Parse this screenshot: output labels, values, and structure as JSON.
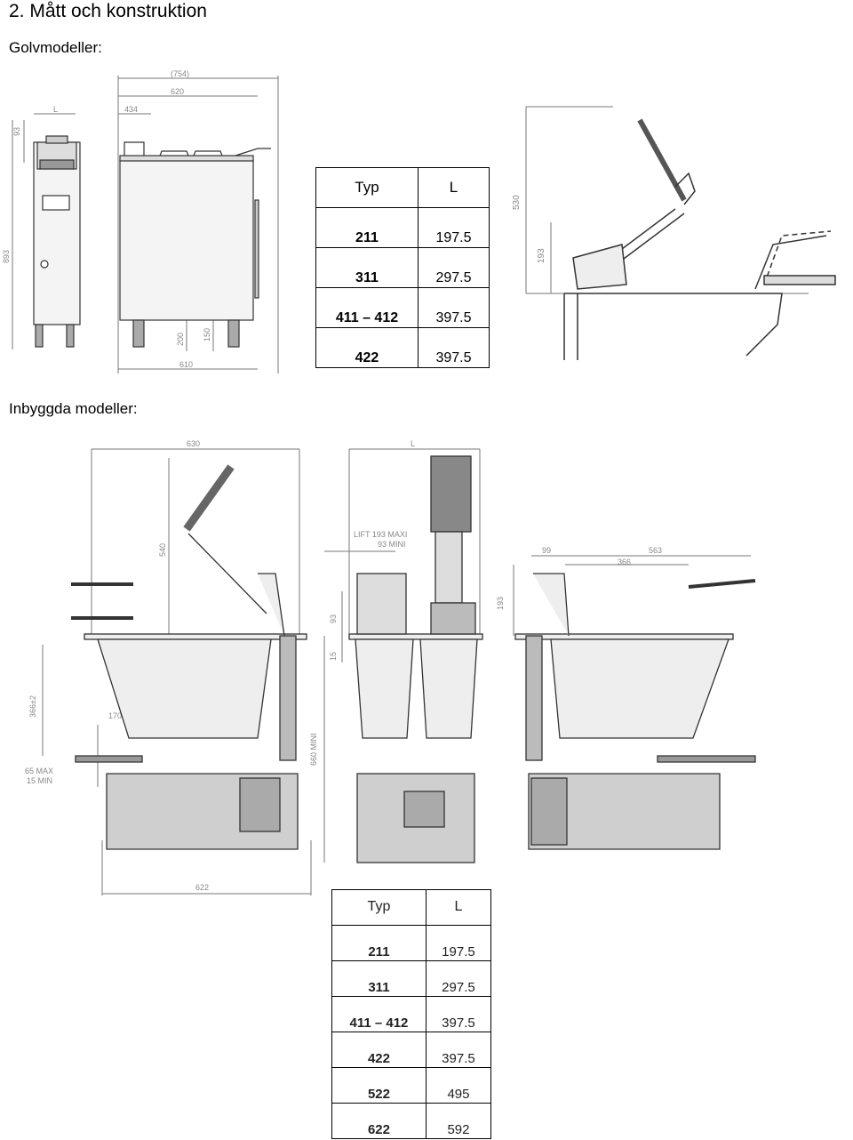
{
  "headings": {
    "section_title": "2. Mått och konstruktion",
    "floor_models": "Golvmodeller:",
    "built_in_models": "Inbyggda modeller:"
  },
  "floor_drawing": {
    "dims": [
      "(754)",
      "620",
      "434",
      "L",
      "93",
      "893",
      "150",
      "200",
      "610",
      "530",
      "193"
    ]
  },
  "floor_table": {
    "headers": [
      "Typ",
      "L"
    ],
    "rows": [
      {
        "typ": "211",
        "l": "197.5"
      },
      {
        "typ": "311",
        "l": "297.5"
      },
      {
        "typ": "411 – 412",
        "l": "397.5"
      },
      {
        "typ": "422",
        "l": "397.5"
      }
    ]
  },
  "builtin_drawing": {
    "dims": [
      "630",
      "540",
      "366±2",
      "170",
      "65 MAX",
      "15 MIN",
      "622",
      "L",
      "LIFT 193 MAXI",
      "93 MINI",
      "93",
      "15",
      "660 MINI",
      "99",
      "563",
      "366",
      "193"
    ]
  },
  "builtin_table": {
    "headers": [
      "Typ",
      "L"
    ],
    "rows": [
      {
        "typ": "211",
        "l": "197.5"
      },
      {
        "typ": "311",
        "l": "297.5"
      },
      {
        "typ": "411 – 412",
        "l": "397.5"
      },
      {
        "typ": "422",
        "l": "397.5"
      },
      {
        "typ": "522",
        "l": "495"
      },
      {
        "typ": "622",
        "l": "592"
      }
    ]
  }
}
